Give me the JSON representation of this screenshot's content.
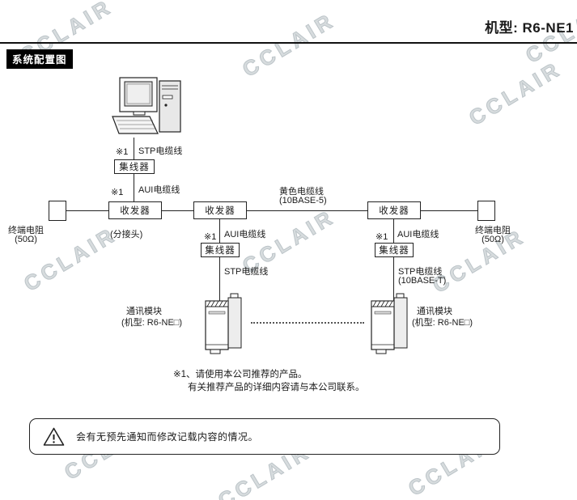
{
  "header": {
    "model": "机型: R6-NE1"
  },
  "section": {
    "title": "系统配置图"
  },
  "diagram": {
    "ref1": "※1",
    "stp_cable": "STP电缆线",
    "hub": "集线器",
    "aui_cable": "AUI电缆线",
    "transceiver": "收发器",
    "tap": "(分接头)",
    "yellow_cable": "黄色电缆线",
    "yellow_cable_spec": "(10BASE-5)",
    "terminal_resistor": "终端电阻",
    "terminal_resistor_value": "(50Ω)",
    "stp_spec": "(10BASE-T)",
    "comm_module": "通讯模块",
    "comm_module_model": "(机型: R6-NE□)"
  },
  "notes": {
    "line1": "※1、请使用本公司推荐的产品。",
    "line2": "有关推荐产品的详细内容请与本公司联系。"
  },
  "notice": {
    "text": "会有无预先通知而修改记载内容的情况。"
  },
  "watermark": {
    "text": "CCLAIR"
  },
  "colors": {
    "banner_bg": "#000000",
    "banner_text": "#ffffff",
    "watermark": "#c3c9cc"
  }
}
